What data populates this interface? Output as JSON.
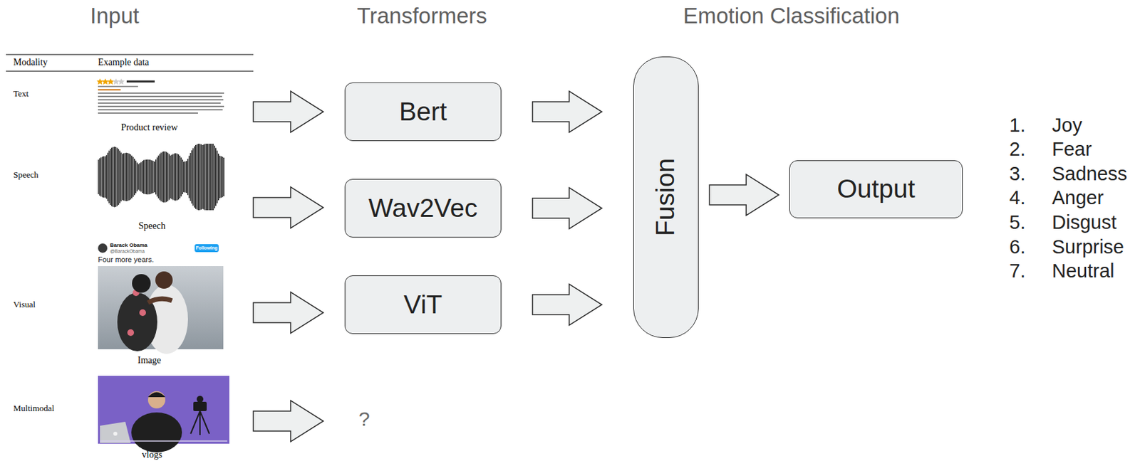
{
  "diagram": {
    "nodes": [
      {
        "text": [
          "Bert"
        ]
      },
      {
        "text": [
          "Wav2Vec"
        ]
      },
      {
        "text": [
          "ViT"
        ]
      },
      {
        "text": [
          "Fusion"
        ]
      },
      {
        "text": [
          "Output"
        ]
      }
    ],
    "edges": [
      {
        "from": 0,
        "to": 3,
        "arrow": "to"
      },
      {
        "from": 1,
        "to": 3,
        "arrow": "to"
      },
      {
        "from": 2,
        "to": 3,
        "arrow": "to"
      },
      {
        "from": 3,
        "to": 4,
        "arrow": "to"
      }
    ],
    "labels": [
      "Input",
      "Transformers",
      "Emotion Classification",
      "Modality",
      "Example data",
      "Text",
      "Product review",
      "Speech",
      "Speech",
      "Barack Obama",
      "@BarackObama",
      "Following",
      "Four more years.",
      "Visual",
      "Image",
      "Multimodal",
      "vlogs",
      "?",
      "1.",
      "Joy",
      "2.",
      "Fear",
      "3.",
      "Sadness",
      "4.",
      "Anger",
      "5.",
      "Disgust",
      "6.",
      "Surprise",
      "7.",
      "Neutral"
    ]
  }
}
